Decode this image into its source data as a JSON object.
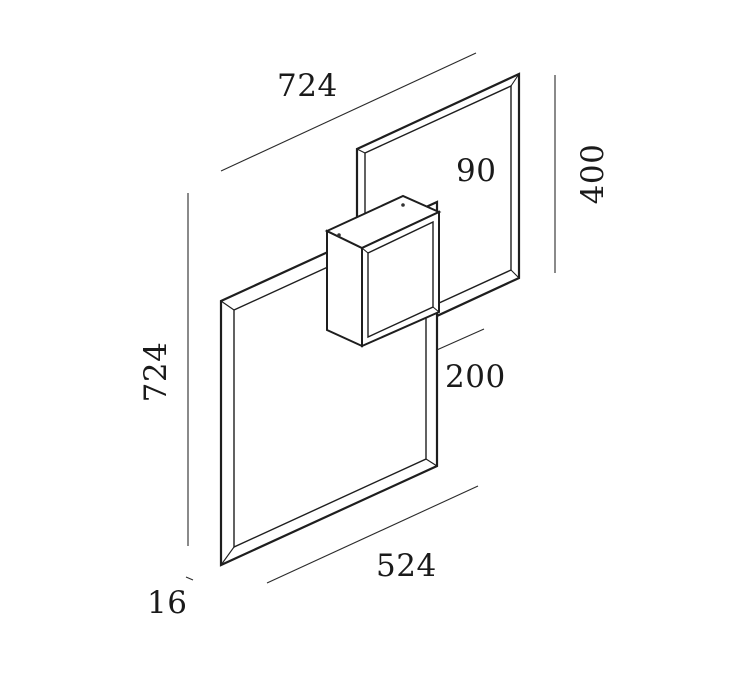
{
  "dimensions": {
    "top_width": "724",
    "left_height": "724",
    "right_height": "400",
    "inner_offset": "90",
    "box_depth": "200",
    "bottom_width": "524",
    "profile": "16"
  }
}
